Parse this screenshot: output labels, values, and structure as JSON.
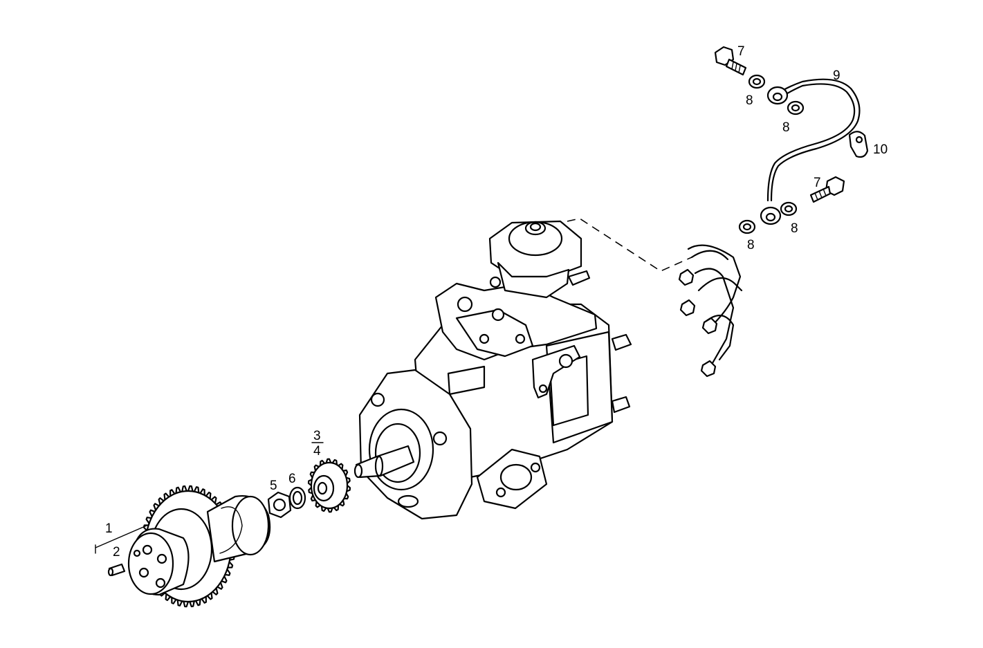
{
  "callouts": {
    "c1": "1",
    "c2": "2",
    "c3": "3",
    "c4": "4",
    "c5": "5",
    "c6": "6",
    "c7a": "7",
    "c7b": "7",
    "c8a": "8",
    "c8b": "8",
    "c8c": "8",
    "c8d": "8",
    "c9": "9",
    "c10": "10"
  },
  "colors": {
    "line": "#000000",
    "background": "#ffffff"
  }
}
